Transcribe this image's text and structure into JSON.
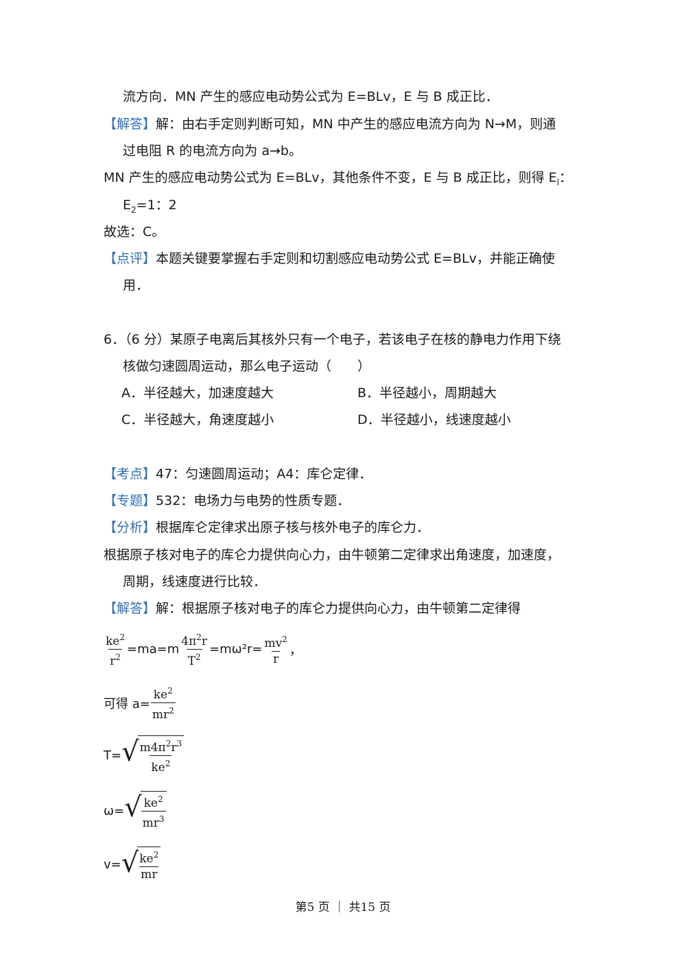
{
  "lines": {
    "l1": "流方向．MN 产生的感应电动势公式为 E=BLv，E 与 B 成正比．",
    "l2_tag": "【解答】",
    "l2": "解：由右手定则判断可知，MN 中产生的感应电流方向为 N→M，则通",
    "l3": "过电阻 R 的电流方向为 a→b。",
    "l4": "MN 产生的感应电动势公式为 E=BLv，其他条件不变，E 与 B 成正比，则得 E",
    "l4_sub": "l",
    "l4_end": "：",
    "l5_a": "E",
    "l5_sub": "2",
    "l5_b": "=1：2",
    "l6": "故选：C。",
    "l7_tag": "【点评】",
    "l7": "本题关键要掌握右手定则和切割感应电动势公式 E=BLv，并能正确使",
    "l8": "用．",
    "q6": "6．（6 分）某原子电离后其核外只有一个电子，若该电子在核的静电力作用下绕",
    "q6b": "核做匀速圆周运动，那么电子运动（　　）",
    "optA": "A．半径越大，加速度越大",
    "optB": "B．半径越小，周期越大",
    "optC": "C．半径越大，角速度越小",
    "optD": "D．半径越小，线速度越小",
    "kd_tag": "【考点】",
    "kd": "47：匀速圆周运动；A4：库仑定律．",
    "zt_tag": "【专题】",
    "zt": "532：电场力与电势的性质专题．",
    "fx_tag": "【分析】",
    "fx": "根据库仑定律求出原子核与核外电子的库仑力．",
    "fx2": "根据原子核对电子的库仑力提供向心力，由牛顿第二定律求出角速度，加速度，",
    "fx3": "周期，线速度进行比较．",
    "jd_tag": "【解答】",
    "jd": "解：根据原子核对电子的库仑力提供向心力，由牛顿第二定律得"
  },
  "math": {
    "eq1_ke2": "ke",
    "eq1_r2": "r",
    "eq1_mid1": "=ma=m",
    "eq1_4pi2r": "4π",
    "eq1_r": "r",
    "eq1_T2": "T",
    "eq1_mid2": "=mω²r=",
    "eq1_mv2": "mv",
    "eq1_den_r": "r",
    "eq1_end": "，",
    "sq": "2",
    "cube": "3",
    "a_label": "可得 a=",
    "a_num": "ke",
    "a_den": "mr",
    "T_label": "T=",
    "T_num": "m4π",
    "T_num_r": "r",
    "T_den": "ke",
    "w_label": "ω=",
    "w_num": "ke",
    "w_den": "mr",
    "v_label": "v=",
    "v_num": "ke",
    "v_den": "mr"
  },
  "footer": {
    "text": "第5 页 ｜ 共15 页"
  }
}
